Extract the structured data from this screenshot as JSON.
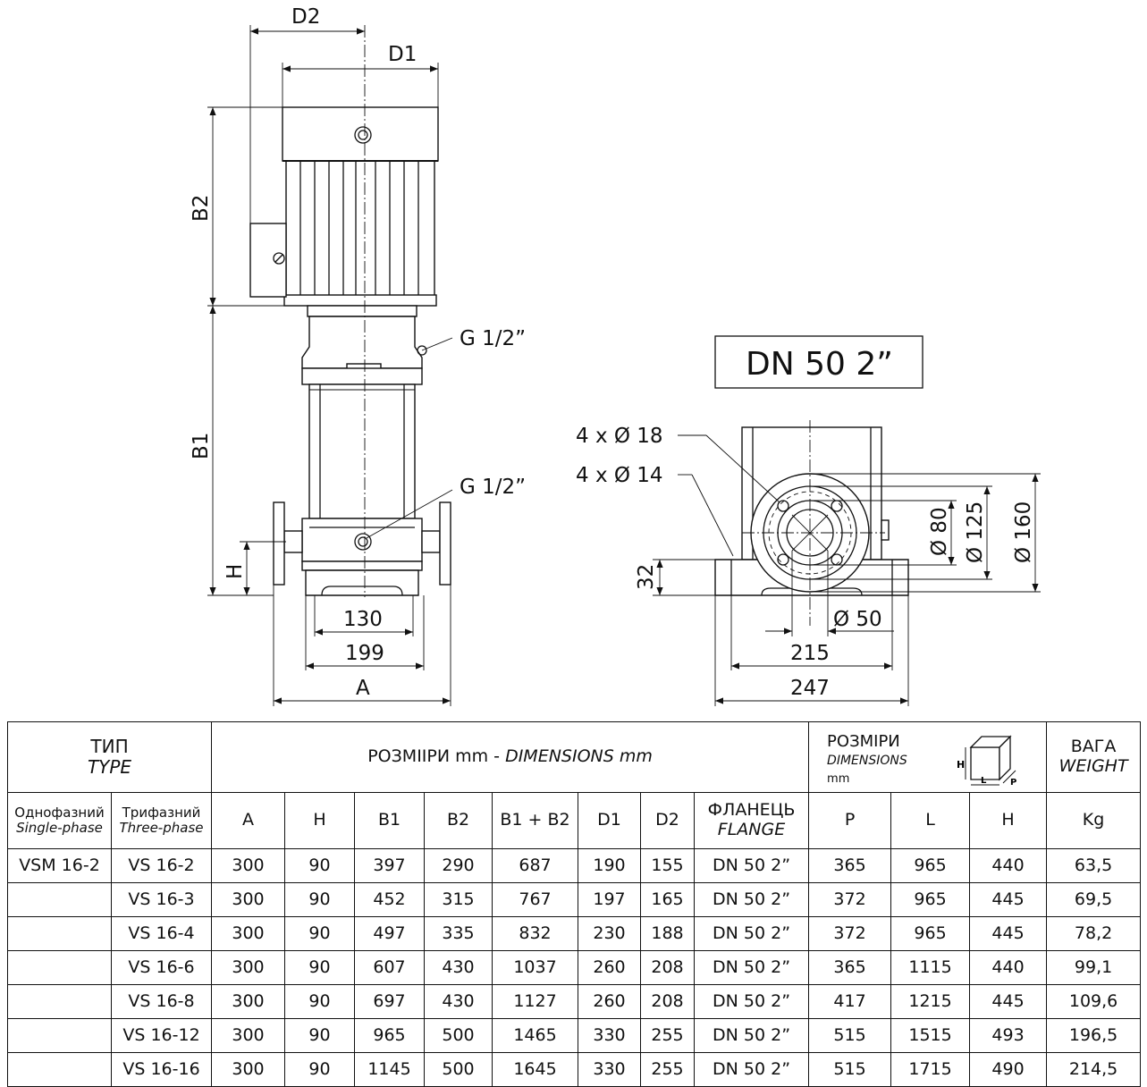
{
  "drawing": {
    "labels": {
      "D2": "D2",
      "D1": "D1",
      "B2": "B2",
      "B1": "B1",
      "H": "H",
      "A": "A",
      "g_upper": "G 1/2”",
      "g_lower": "G 1/2”",
      "dim_130": "130",
      "dim_199": "199",
      "flange_title": "DN 50 2”",
      "holes_18": "4 x Ø 18",
      "holes_14": "4 x Ø 14",
      "dia_80": "Ø 80",
      "dia_125": "Ø 125",
      "dia_160": "Ø 160",
      "dim_32": "32",
      "dia_50": "Ø 50",
      "dim_215": "215",
      "dim_247": "247"
    }
  },
  "table": {
    "header": {
      "type_uk": "ТИП",
      "type_en": "TYPE",
      "dims_uk": "РОЗМІІРИ mm - ",
      "dims_en": "DIMENSIONS mm",
      "pack_uk": "РОЗМІРИ",
      "pack_en": "DIMENSIONS",
      "pack_unit": "mm",
      "pack_icon_h": "H",
      "pack_icon_l": "L",
      "pack_icon_p": "P",
      "weight_uk": "ВАГА",
      "weight_en": "WEIGHT"
    },
    "columns": {
      "single_uk": "Однофазний",
      "single_en": "Single-phase",
      "three_uk": "Трифазний",
      "three_en": "Three-phase",
      "A": "A",
      "H": "H",
      "B1": "B1",
      "B2": "B2",
      "B1B2": "B1 + B2",
      "D1": "D1",
      "D2": "D2",
      "flange_uk": "ФЛАНЕЦЬ",
      "flange_en": "FLANGE",
      "P": "P",
      "L": "L",
      "PH": "H",
      "Kg": "Kg"
    },
    "rows": [
      {
        "single": "VSM 16-2",
        "three": "VS 16-2",
        "A": "300",
        "H": "90",
        "B1": "397",
        "B2": "290",
        "B1B2": "687",
        "D1": "190",
        "D2": "155",
        "flange": "DN 50 2”",
        "P": "365",
        "L": "965",
        "PH": "440",
        "kg": "63,5"
      },
      {
        "single": "",
        "three": "VS 16-3",
        "A": "300",
        "H": "90",
        "B1": "452",
        "B2": "315",
        "B1B2": "767",
        "D1": "197",
        "D2": "165",
        "flange": "DN 50 2”",
        "P": "372",
        "L": "965",
        "PH": "445",
        "kg": "69,5"
      },
      {
        "single": "",
        "three": "VS 16-4",
        "A": "300",
        "H": "90",
        "B1": "497",
        "B2": "335",
        "B1B2": "832",
        "D1": "230",
        "D2": "188",
        "flange": "DN 50 2”",
        "P": "372",
        "L": "965",
        "PH": "445",
        "kg": "78,2"
      },
      {
        "single": "",
        "three": "VS 16-6",
        "A": "300",
        "H": "90",
        "B1": "607",
        "B2": "430",
        "B1B2": "1037",
        "D1": "260",
        "D2": "208",
        "flange": "DN 50 2”",
        "P": "365",
        "L": "1115",
        "PH": "440",
        "kg": "99,1"
      },
      {
        "single": "",
        "three": "VS 16-8",
        "A": "300",
        "H": "90",
        "B1": "697",
        "B2": "430",
        "B1B2": "1127",
        "D1": "260",
        "D2": "208",
        "flange": "DN 50 2”",
        "P": "417",
        "L": "1215",
        "PH": "445",
        "kg": "109,6"
      },
      {
        "single": "",
        "three": "VS 16-12",
        "A": "300",
        "H": "90",
        "B1": "965",
        "B2": "500",
        "B1B2": "1465",
        "D1": "330",
        "D2": "255",
        "flange": "DN 50 2”",
        "P": "515",
        "L": "1515",
        "PH": "493",
        "kg": "196,5"
      },
      {
        "single": "",
        "three": "VS 16-16",
        "A": "300",
        "H": "90",
        "B1": "1145",
        "B2": "500",
        "B1B2": "1645",
        "D1": "330",
        "D2": "255",
        "flange": "DN 50 2”",
        "P": "515",
        "L": "1715",
        "PH": "490",
        "kg": "214,5"
      }
    ]
  }
}
